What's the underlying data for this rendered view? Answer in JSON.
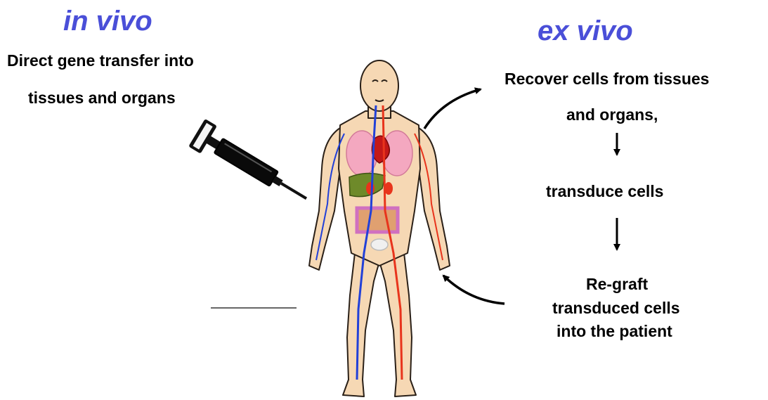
{
  "in_vivo": {
    "heading": "in vivo",
    "line1": "Direct gene transfer into",
    "line2": "tissues and organs"
  },
  "ex_vivo": {
    "heading": "ex vivo",
    "step1_line1": "Recover cells from tissues",
    "step1_line2": "and organs,",
    "step2": "transduce cells",
    "step3_line1": "Re-graft",
    "step3_line2": "transduced cells",
    "step3_line3": "into the patient"
  },
  "colors": {
    "heading": "#4a4fd8",
    "skin": "#f6d8b4",
    "skin_outline": "#2a2018",
    "artery": "#e8341c",
    "vein": "#2240d8",
    "lung": "#f4a8c0",
    "heart": "#c41818",
    "liver": "#6e8a2a",
    "intestine": "#d070c0",
    "syringe": "#111111"
  }
}
